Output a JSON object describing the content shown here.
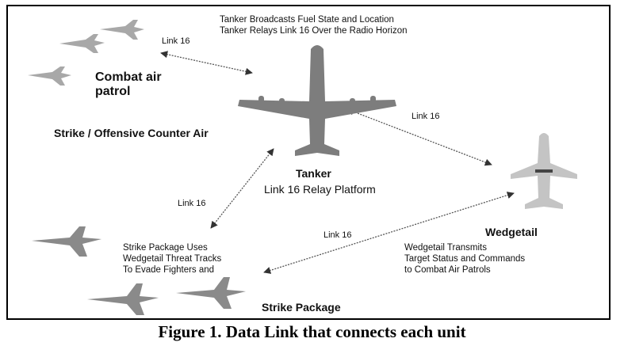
{
  "diagram": {
    "tanker_note_line1": "Tanker Broadcasts Fuel State and Location",
    "tanker_note_line2": "Tanker Relays Link 16 Over the Radio Horizon",
    "cap_label_line1": "Combat air",
    "cap_label_line2": "patrol",
    "strike_oca_label": "Strike / Offensive Counter Air",
    "tanker_label": "Tanker",
    "tanker_sublabel": "Link 16 Relay Platform",
    "wedgetail_label": "Wedgetail",
    "wedgetail_note_line1": "Wedgetail Transmits",
    "wedgetail_note_line2": "Target Status and Commands",
    "wedgetail_note_line3": "to Combat Air Patrols",
    "strike_note_line1": "Strike Package Uses",
    "strike_note_line2": "Wedgetail Threat Tracks",
    "strike_note_line3": "To Evade Fighters and",
    "strike_package_label": "Strike Package",
    "link_cap_tanker": "Link 16",
    "link_tanker_wedgetail": "Link 16",
    "link_strike_tanker": "Link 16",
    "link_strike_wedgetail": "Link 16"
  },
  "caption": "Figure 1. Data Link that connects each unit",
  "colors": {
    "tanker": "#7d7d7d",
    "wedgetail": "#c4c4c4",
    "fighter": "#a8a8a8",
    "bomber": "#8a8a8a",
    "link_line": "#555555"
  }
}
